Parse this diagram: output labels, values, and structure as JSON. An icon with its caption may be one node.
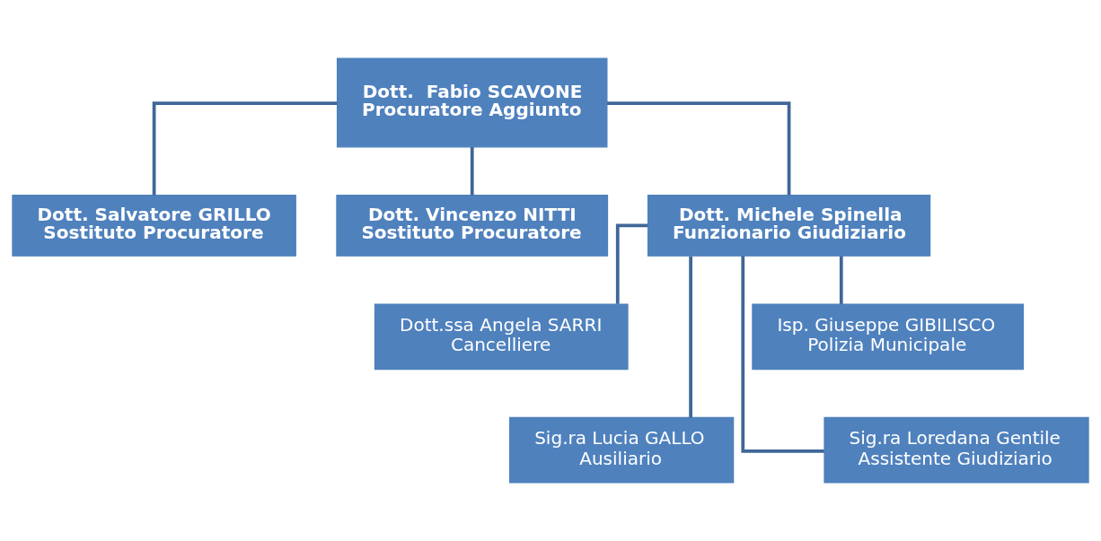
{
  "diagram": {
    "nodes": [
      {
        "text": [
          "Dott.  Fabio SCAVONE",
          "Procuratore Aggiunto"
        ]
      },
      {
        "text": [
          "Dott. Salvatore GRILLO",
          "Sostituto Procuratore"
        ]
      },
      {
        "text": [
          "Dott. Vincenzo NITTI",
          "Sostituto Procuratore"
        ]
      },
      {
        "text": [
          "Dott. Michele Spinella",
          "Funzionario Giudiziario"
        ]
      },
      {
        "text": [
          "Dott.ssa Angela SARRI",
          "Cancelliere"
        ]
      },
      {
        "text": [
          "Isp. Giuseppe GIBILISCO",
          "Polizia Municipale"
        ]
      },
      {
        "text": [
          "Sig.ra Lucia GALLO",
          "Ausiliario"
        ]
      },
      {
        "text": [
          "Sig.ra Loredana Gentile",
          "Assistente Giudiziario"
        ]
      }
    ],
    "edges": [
      {
        "from": 0,
        "to": 1,
        "arrow": "none"
      },
      {
        "from": 0,
        "to": 2,
        "arrow": "none"
      },
      {
        "from": 0,
        "to": 3,
        "arrow": "none"
      },
      {
        "from": 3,
        "to": 4,
        "arrow": "none"
      },
      {
        "from": 3,
        "to": 5,
        "arrow": "none"
      },
      {
        "from": 3,
        "to": 6,
        "arrow": "none"
      },
      {
        "from": 3,
        "to": 7,
        "arrow": "none"
      }
    ]
  }
}
